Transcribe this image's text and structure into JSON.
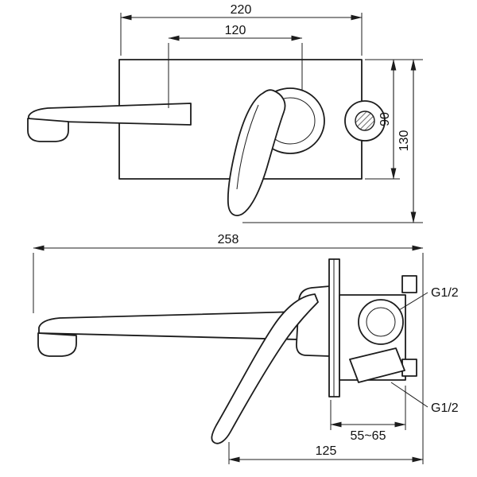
{
  "front_view": {
    "dims": {
      "plate_width": "220",
      "spout_to_handle": "120",
      "plate_height": "90",
      "overall_height": "130"
    }
  },
  "side_view": {
    "dims": {
      "overall_length": "258",
      "wall_thickness_range": "55~65",
      "spout_reach": "125"
    },
    "labels": {
      "top_thread": "G1/2",
      "bottom_thread": "G1/2"
    }
  }
}
